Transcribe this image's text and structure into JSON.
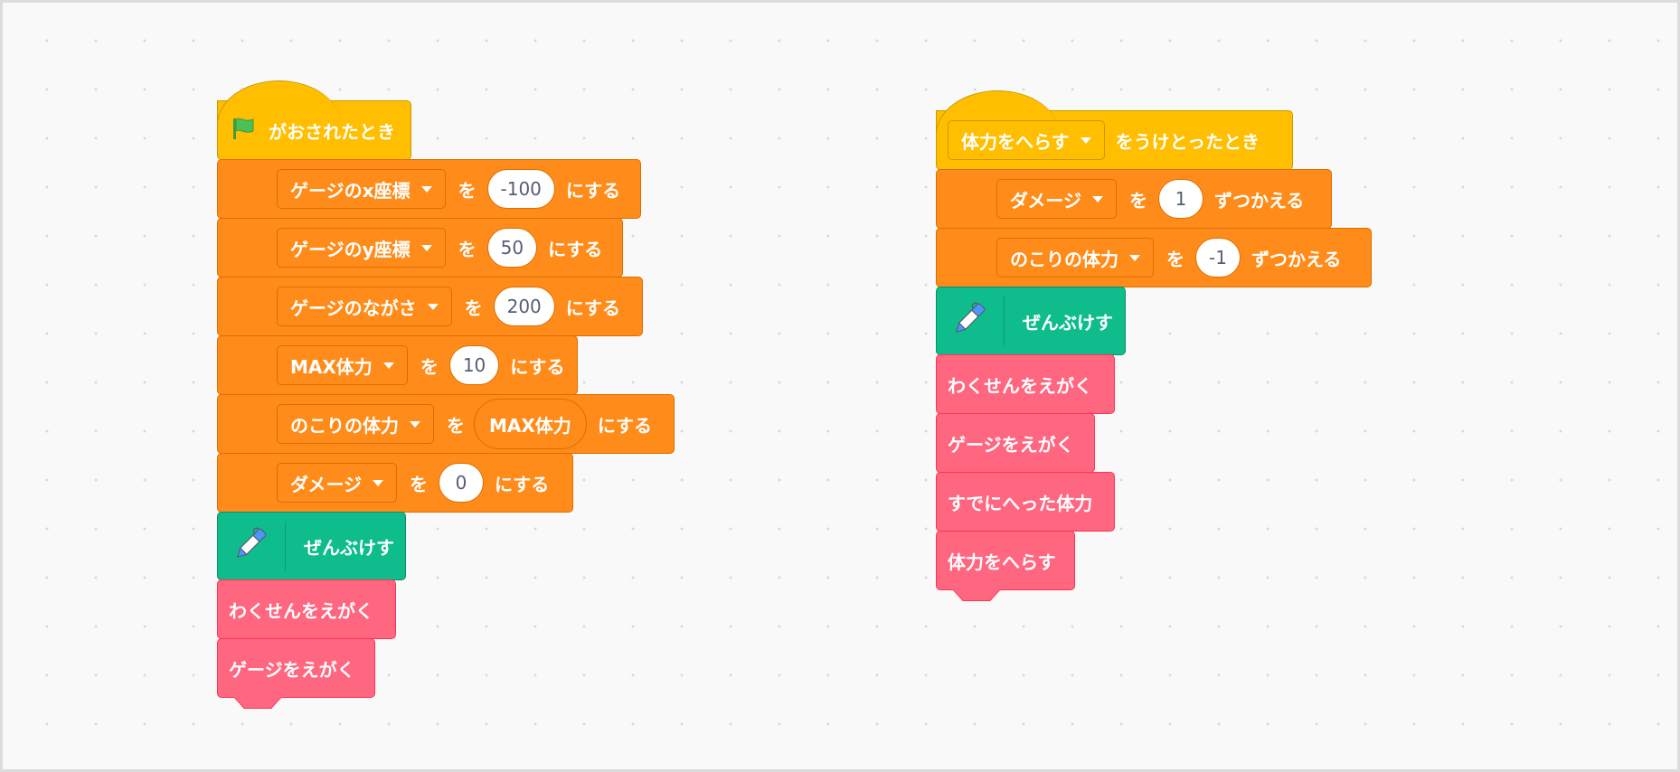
{
  "colors": {
    "canvas_bg": "#f9f9f9",
    "events": "#ffbf00",
    "variables": "#ff8c1a",
    "pen": "#0fbd8c",
    "my_blocks": "#ff6680",
    "number_text": "#575e75"
  },
  "scripts": [
    {
      "hat": {
        "icon": "green-flag-icon",
        "text": "がおされたとき"
      },
      "blocks": [
        {
          "type": "set_variable",
          "variable": "ゲージのx座標",
          "joiner": "を",
          "value": "-100",
          "suffix": "にする"
        },
        {
          "type": "set_variable",
          "variable": "ゲージのy座標",
          "joiner": "を",
          "value": "50",
          "suffix": "にする"
        },
        {
          "type": "set_variable",
          "variable": "ゲージのながさ",
          "joiner": "を",
          "value": "200",
          "suffix": "にする"
        },
        {
          "type": "set_variable",
          "variable": "MAX体力",
          "joiner": "を",
          "value": "10",
          "suffix": "にする"
        },
        {
          "type": "set_variable",
          "variable": "のこりの体力",
          "joiner": "を",
          "value": "MAX体力",
          "suffix": "にする"
        },
        {
          "type": "set_variable",
          "variable": "ダメージ",
          "joiner": "を",
          "value": "0",
          "suffix": "にする"
        },
        {
          "type": "pen_clear",
          "icon": "pen-icon",
          "text": "ぜんぶけす"
        },
        {
          "type": "custom",
          "text": "わくせんをえがく"
        },
        {
          "type": "custom",
          "text": "ゲージをえがく"
        }
      ]
    },
    {
      "hat": {
        "message": "体力をへらす",
        "text": "をうけとったとき"
      },
      "blocks": [
        {
          "type": "change_variable",
          "variable": "ダメージ",
          "joiner": "を",
          "value": "1",
          "suffix": "ずつかえる"
        },
        {
          "type": "change_variable",
          "variable": "のこりの体力",
          "joiner": "を",
          "value": "-1",
          "suffix": "ずつかえる"
        },
        {
          "type": "pen_clear",
          "icon": "pen-icon",
          "text": "ぜんぶけす"
        },
        {
          "type": "custom",
          "text": "わくせんをえがく"
        },
        {
          "type": "custom",
          "text": "ゲージをえがく"
        },
        {
          "type": "custom",
          "text": "すでにへった体力"
        },
        {
          "type": "custom",
          "text": "体力をへらす"
        }
      ]
    }
  ]
}
